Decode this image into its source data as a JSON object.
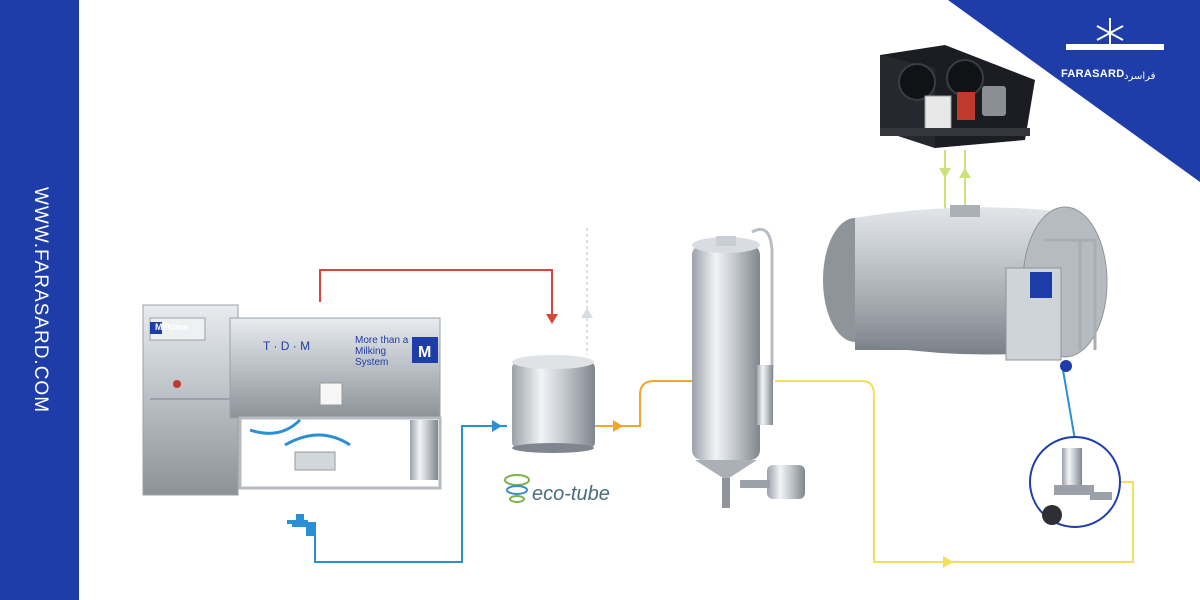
{
  "sidebar": {
    "url": "WWW.FARASARD.COM"
  },
  "brand": {
    "name": "FARASARD",
    "name_fa": "فراسرد"
  },
  "milking_unit": {
    "logo": "Milkline",
    "brand": "T · D · M",
    "slogan_line1": "More than a",
    "slogan_line2": "Milking",
    "slogan_line3": "System",
    "badge": "M"
  },
  "eco_tube": {
    "label": "eco-tube"
  },
  "colors": {
    "sidebar": "#1f3da8",
    "hot_line": "#d9463a",
    "water_line": "#2b8fd6",
    "milk_line": "#f0a72a",
    "cool_line": "#f2e05a",
    "refrigerant_line": "#c9e37a"
  },
  "icons": [
    "water-tap-icon",
    "snowflake-icon",
    "flow-arrow-icon"
  ]
}
